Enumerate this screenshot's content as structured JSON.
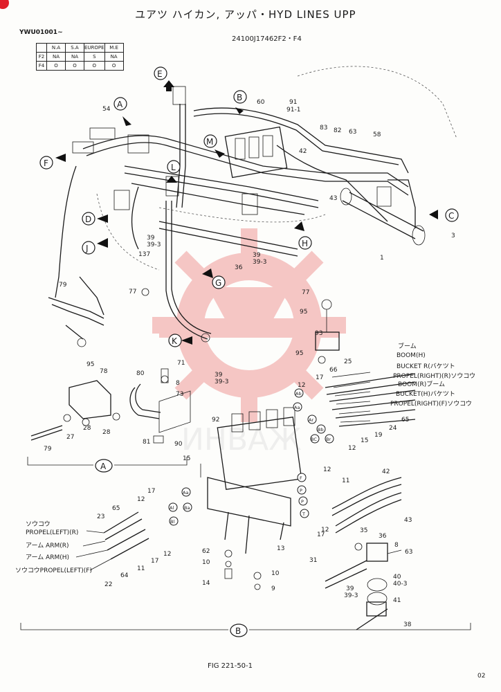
{
  "header": {
    "title": "ユアツ ハイカン, アッパ・HYD LINES UPP",
    "part_code": "24100J17462F2・F4",
    "serial": "YWU01001~"
  },
  "market_table": {
    "columns": [
      "N.A",
      "S.A",
      "EUROPE",
      "M.E"
    ],
    "rows": [
      {
        "label": "F2",
        "values": [
          "NA",
          "NA",
          "S",
          "NA"
        ]
      },
      {
        "label": "F4",
        "values": [
          "O",
          "O",
          "O",
          "O"
        ]
      }
    ]
  },
  "view_markers": [
    "E",
    "B",
    "A",
    "M",
    "F",
    "L",
    "D",
    "J",
    "G",
    "K",
    "H",
    "C"
  ],
  "detail_markers": {
    "a": "A",
    "b": "B"
  },
  "port_labels": [
    "Ab",
    "Aa",
    "Bb",
    "Br",
    "BC",
    "Ar",
    "Ba",
    "Al",
    "Bl",
    "F",
    "P",
    "P",
    "T"
  ],
  "part_numbers": {
    "n54": "54",
    "n60": "60",
    "n91": "91",
    "n911": "91-1",
    "n83": "83",
    "n82": "82",
    "n63": "63",
    "n58": "58",
    "n42": "42",
    "n43": "43",
    "n3": "3",
    "n1": "1",
    "n39a": "39",
    "n393a": "39-3",
    "n137": "137",
    "n36a": "36",
    "n39b": "39",
    "n393b": "39-3",
    "n77a": "77",
    "n77b": "77",
    "n95a": "95",
    "n93": "93",
    "n95b": "95",
    "n66": "66",
    "n25": "25",
    "n79a": "79",
    "n95c": "95",
    "n78": "78",
    "n80": "80",
    "n71": "71",
    "n8a": "8",
    "n73": "73",
    "n39c": "39",
    "n393c": "39-3",
    "n79b": "79",
    "n27": "27",
    "n28a": "28",
    "n28b": "28",
    "n81": "81",
    "n90": "90",
    "n92": "92",
    "n12a": "12",
    "n17a": "17",
    "n65a": "65",
    "n24": "24",
    "n19": "19",
    "n12b": "12",
    "n15a": "15",
    "n15b": "15",
    "n12c": "12",
    "n11a": "11",
    "n42b": "42",
    "n43b": "43",
    "n12d": "12",
    "n17b": "17",
    "n65b": "65",
    "n23": "23",
    "n12e": "12",
    "n11b": "11",
    "n17c": "17",
    "n12f": "12",
    "n13": "13",
    "n35": "35",
    "n36b": "36",
    "n17d": "17",
    "n31": "31",
    "n8b": "8",
    "n63b": "63",
    "n62": "62",
    "n10a": "10",
    "n10b": "10",
    "n14": "14",
    "n9": "9",
    "n40": "40",
    "n403": "40-3",
    "n39d": "39",
    "n393d": "39-3",
    "n41": "41",
    "n38": "38",
    "n64": "64",
    "n22": "22"
  },
  "callouts": {
    "boom_h_top": "ブーム",
    "boom_h": "BOOM(H)",
    "bucket_r": "BUCKET R(バケツト",
    "propel_right_r": "PROPEL(RIGHT)(R)ソウコウ",
    "boom_r": "BOOM(R)ブーム",
    "bucket_h": "BUCKET(H)バケツト",
    "propel_right_f": "PROPEL(RIGHT)(F)ソウコウ",
    "propel_left_r_jp": "ソウコウ",
    "propel_left_r": "PROPEL(LEFT)(R)",
    "arm_r": "アーム ARM(R)",
    "arm_h": "アーム ARM(H)",
    "propel_left_f": "ソウコウPROPEL(LEFT)(F)"
  },
  "footer": {
    "figure": "FIG 221-50-1",
    "page": "02"
  },
  "colors": {
    "ink": "#1a1a1a",
    "paper": "#fdfdfb",
    "watermark": "#e23a3a",
    "corner_mark": "#e01f2a"
  }
}
